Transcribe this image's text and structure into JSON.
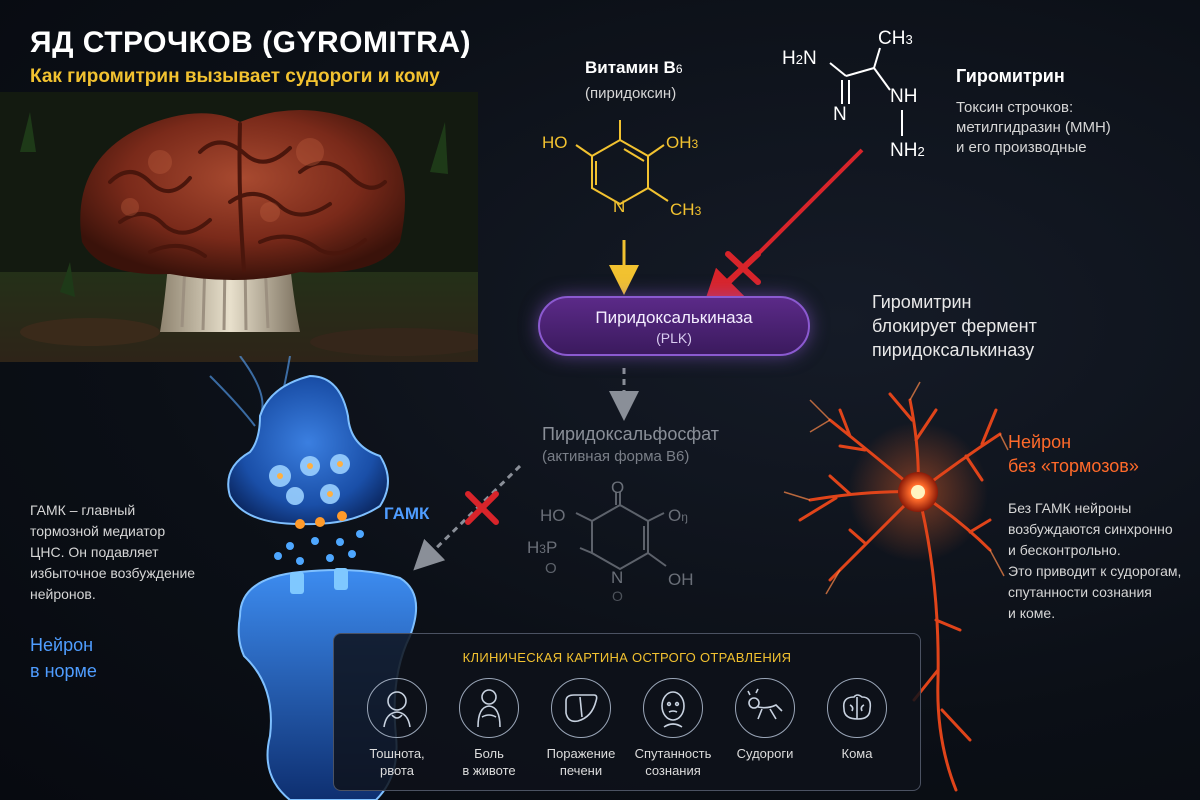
{
  "title": "ЯД СТРОЧКОВ (GYROMITRA)",
  "subtitle": "Как гиромитрин вызывает судороги и кому",
  "vitamin": {
    "name_prefix": "Витамин В",
    "name_suffix": "6",
    "subname": "(пиридоксин)"
  },
  "vitamin_structure": {
    "ho": "HO",
    "oh3": "OH",
    "oh3_sub": "3",
    "n": "N",
    "ch3": "CH",
    "ch3_sub": "3"
  },
  "toxin_structure": {
    "h2n": "H",
    "h2n_sub": "2",
    "h2n_n": "N",
    "ch3": "CH",
    "ch3_sub": "3",
    "n": "N",
    "nh": "NH",
    "nh2": "NH",
    "nh2_sub": "2"
  },
  "toxin": {
    "name": "Гиромитрин",
    "desc": [
      "Токсин строчков:",
      "метилгидразин (ММН)",
      "и его производные"
    ]
  },
  "enzyme": {
    "name": "Пиридоксалькиназа",
    "abbr": "(PLK)"
  },
  "block_note": [
    "Гиромитрин",
    "блокирует фермент",
    "пиридоксалькиназу"
  ],
  "product": {
    "name": "Пиридоксальфосфат",
    "sub": "(активная форма B6)"
  },
  "product_structure": {
    "ho": "HO",
    "o_top": "O",
    "o_right": "O",
    "o_right_sub": "ŋ",
    "h3p": "H",
    "h3p_sub": "3",
    "p": "P",
    "o_left": "O",
    "n": "N",
    "oh": "OH",
    "o_bottom": "O"
  },
  "gaba_label": "ГАМК",
  "gaba_desc": [
    "ГАМК – главный",
    "тормозной медиатор",
    "ЦНС. Он подавляет",
    "избыточное возбуждение",
    "нейронов."
  ],
  "normal_neuron": [
    "Нейрон",
    "в норме"
  ],
  "excited_neuron": {
    "title": [
      "Нейрон",
      "без «тормозов»"
    ],
    "desc": [
      "Без ГАМК нейроны",
      "возбуждаются синхронно",
      "и бесконтрольно.",
      "Это приводит к судорогам,",
      "спутанности сознания",
      "и коме."
    ]
  },
  "clinical": {
    "title": "КЛИНИЧЕСКАЯ КАРТИНА ОСТРОГО ОТРАВЛЕНИЯ",
    "symptoms": [
      {
        "icon": "nausea-icon",
        "label": [
          "Тошнота,",
          "рвота"
        ]
      },
      {
        "icon": "abdominal-pain-icon",
        "label": [
          "Боль",
          "в животе"
        ]
      },
      {
        "icon": "liver-icon",
        "label": [
          "Поражение",
          "печени"
        ]
      },
      {
        "icon": "confusion-icon",
        "label": [
          "Спутанность",
          "сознания"
        ]
      },
      {
        "icon": "seizure-icon",
        "label": [
          "Судороги"
        ]
      },
      {
        "icon": "brain-icon",
        "label": [
          "Кома"
        ]
      }
    ]
  },
  "colors": {
    "accent_yellow": "#f2c230",
    "block_red": "#d8242a",
    "enzyme_purple": "#5b2a88",
    "normal_blue": "#4f9dff",
    "excited_orange": "#ff6a2a"
  }
}
